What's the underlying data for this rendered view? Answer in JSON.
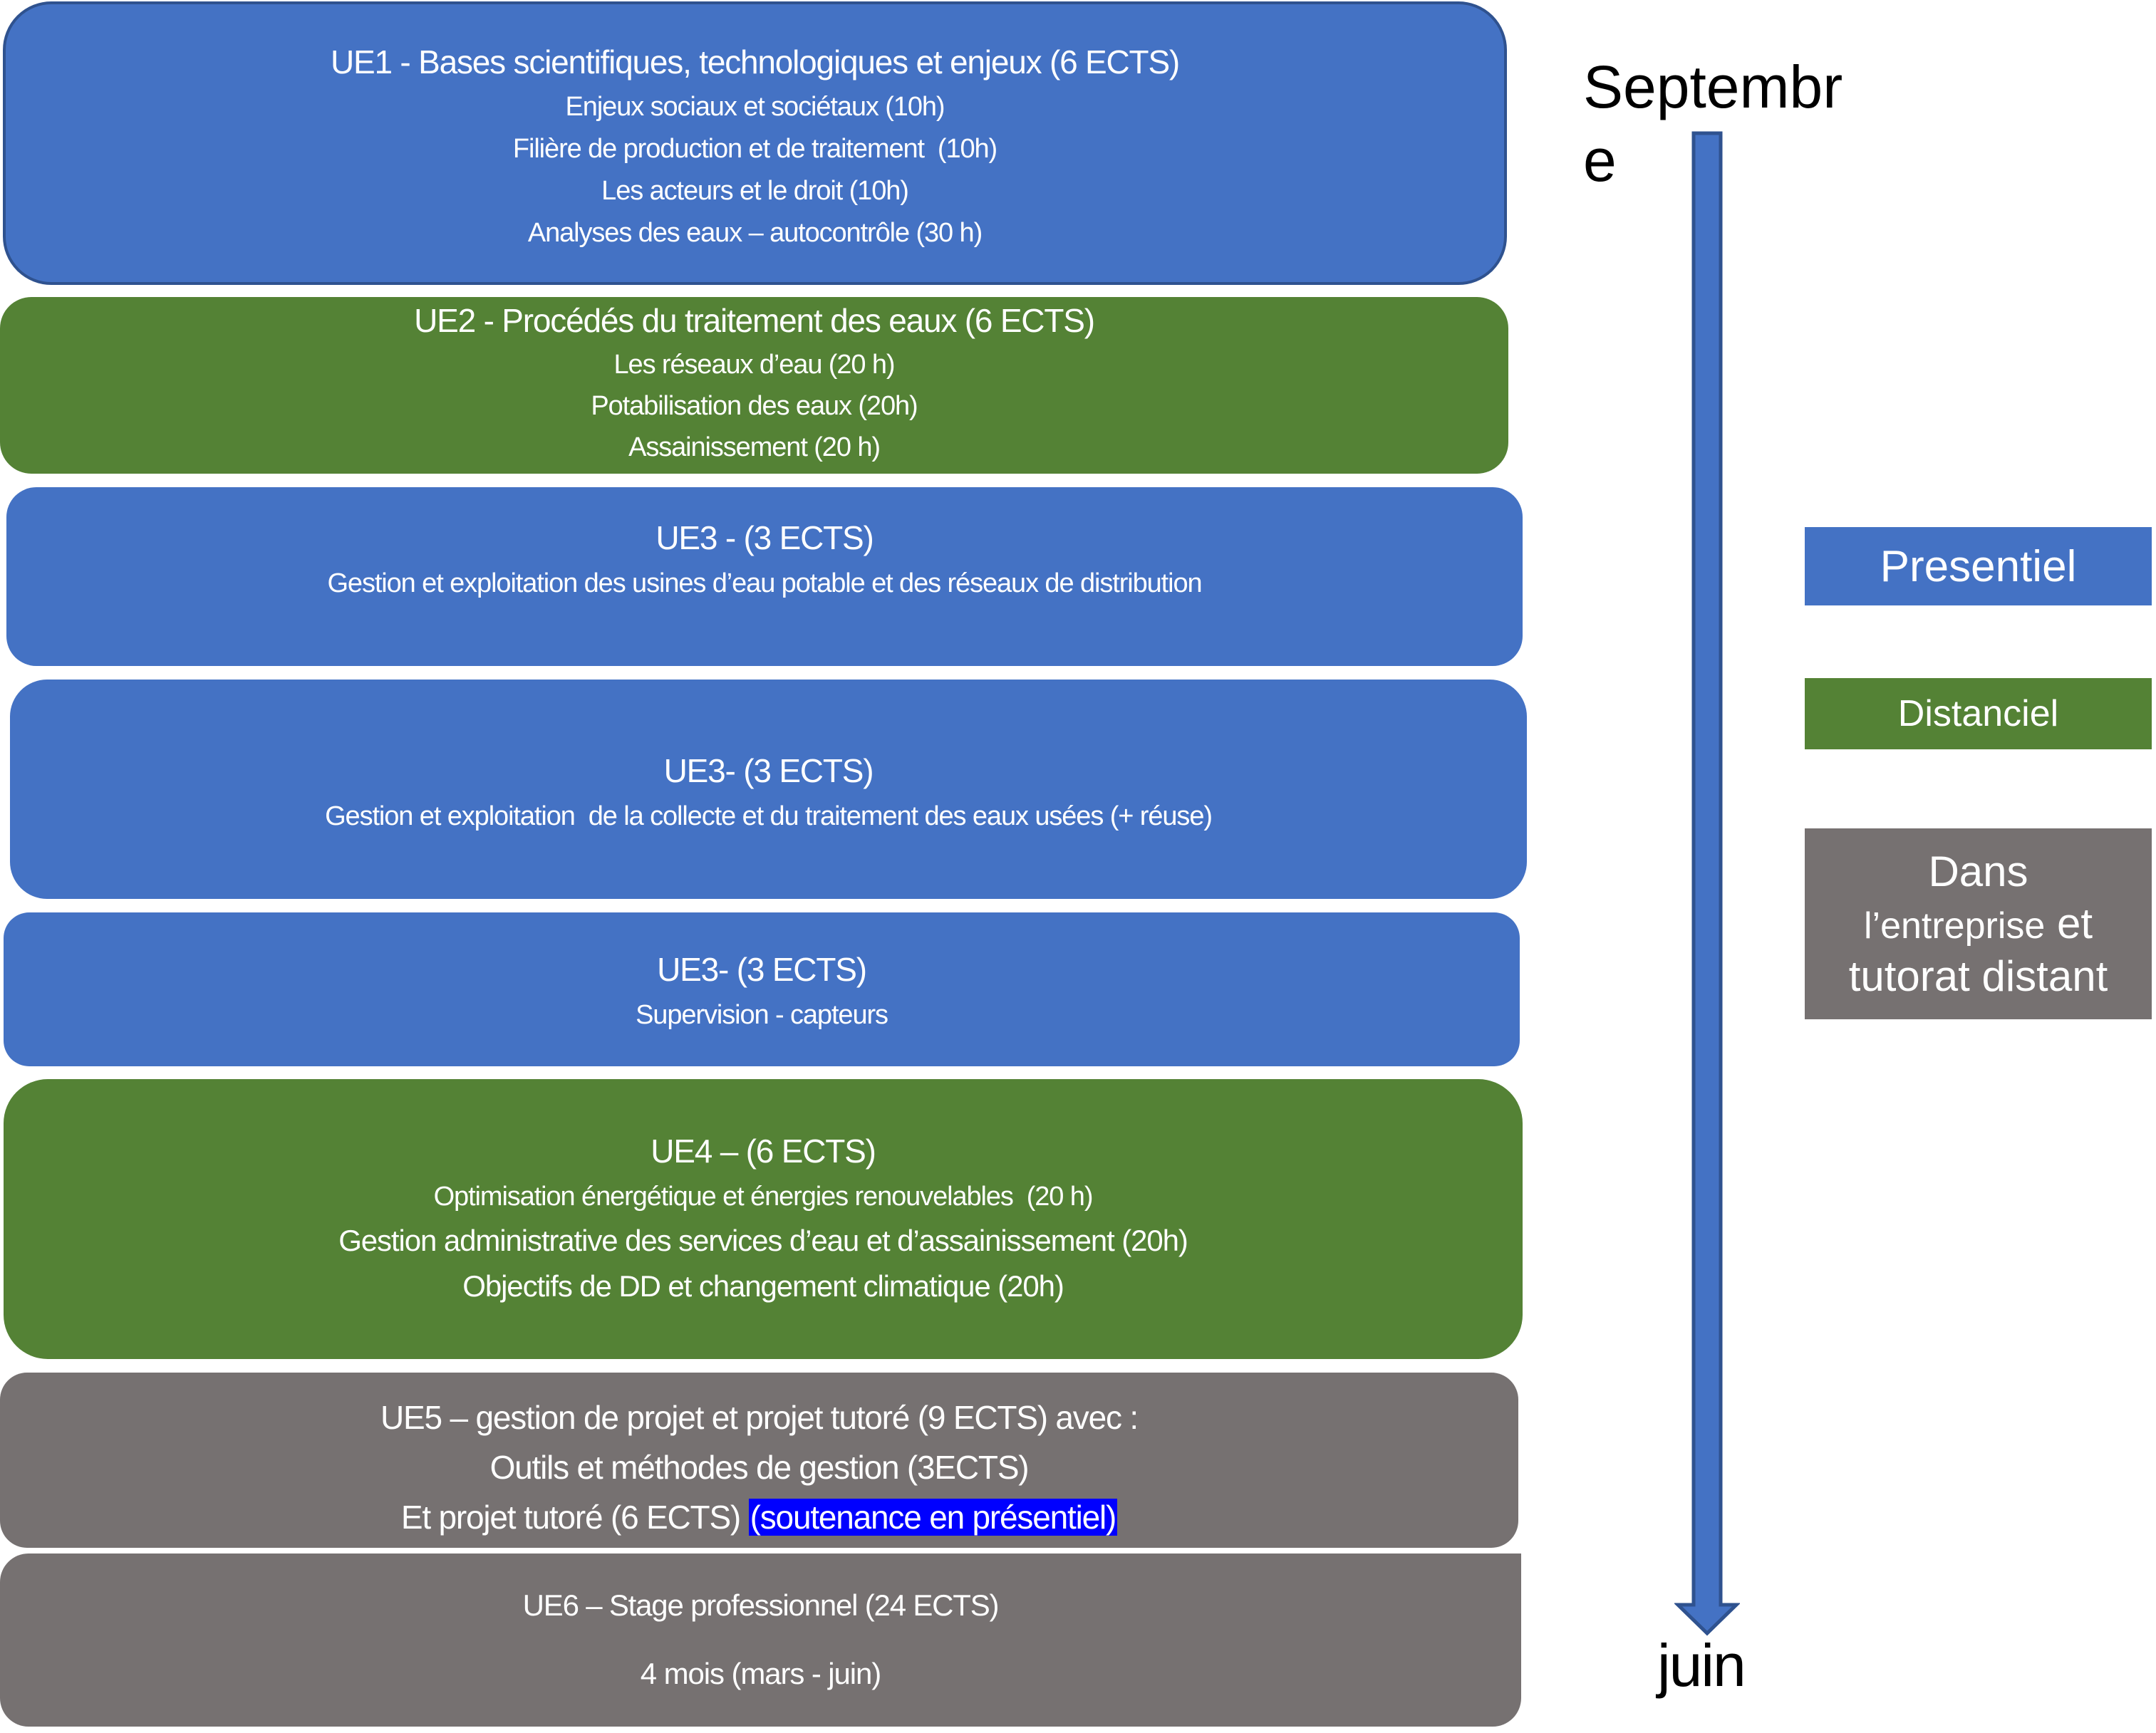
{
  "timeline": {
    "start_label_line1": "Septembr",
    "start_label_line2": "e",
    "end_label": "juin",
    "arrow_icon": "down-arrow"
  },
  "legend": {
    "presentiel": {
      "label": "Presentiel",
      "color": "#4472C4"
    },
    "distanciel": {
      "label": "Distanciel",
      "color": "#548235"
    },
    "entreprise": {
      "line1": "Dans",
      "line2a": "l’entreprise",
      "line2b": "et",
      "line3": "tutorat distant",
      "color": "#767171"
    }
  },
  "units": [
    {
      "id": "ue1",
      "mode": "presentiel",
      "title": "UE1 - Bases scientifiques, technologiques et enjeux (6 ECTS)",
      "items": [
        "Enjeux sociaux et sociétaux (10h)",
        "Filière de production et de traitement  (10h)",
        "Les acteurs et le droit (10h)",
        "Analyses des eaux – autocontrôle (30 h)"
      ]
    },
    {
      "id": "ue2",
      "mode": "distanciel",
      "title": "UE2 - Procédés du traitement des eaux (6 ECTS)",
      "items": [
        "Les réseaux d’eau (20 h)",
        "Potabilisation des eaux (20h)",
        "Assainissement (20 h)"
      ]
    },
    {
      "id": "ue3a",
      "mode": "presentiel",
      "title": "UE3 - (3 ECTS)",
      "items": [
        "Gestion et exploitation des usines d’eau potable et des réseaux de distribution"
      ]
    },
    {
      "id": "ue3b",
      "mode": "presentiel",
      "title": "UE3- (3 ECTS)",
      "items": [
        "Gestion et exploitation  de la collecte et du traitement des eaux usées (+ réuse)"
      ]
    },
    {
      "id": "ue3c",
      "mode": "presentiel",
      "title": "UE3- (3 ECTS)",
      "items": [
        "Supervision - capteurs"
      ]
    },
    {
      "id": "ue4",
      "mode": "distanciel",
      "title": "UE4 – (6 ECTS)",
      "items": [
        "Optimisation énergétique et énergies renouvelables  (20 h)",
        "Gestion administrative des services d’eau et d’assainissement (20h)",
        "Objectifs de DD et changement climatique (20h)"
      ]
    },
    {
      "id": "ue5",
      "mode": "entreprise",
      "title": "UE5 – gestion de projet et projet tutoré (9 ECTS) avec :",
      "items": [
        "Outils et méthodes de gestion (3ECTS)",
        "Et projet tutoré (6 ECTS) "
      ],
      "highlight": "(soutenance en présentiel)",
      "highlight_color": "#0000FF"
    },
    {
      "id": "ue6",
      "mode": "entreprise",
      "title": "UE6 – Stage professionnel (24 ECTS)",
      "items": [
        "4 mois (mars - juin)"
      ]
    }
  ]
}
